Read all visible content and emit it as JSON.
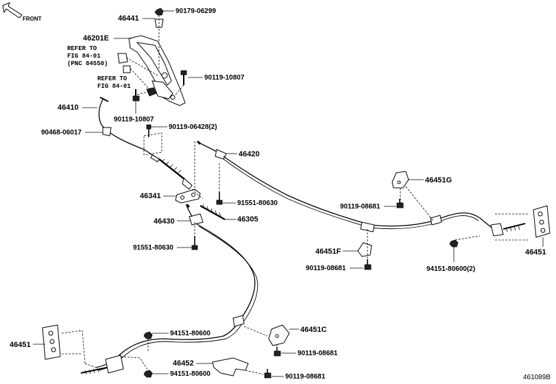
{
  "front_label": "FRONT",
  "diagram_id": "461089B",
  "labels": {
    "p46441": "46441",
    "p90179_06299": "90179-06299",
    "p46201E": "46201E",
    "p90119_10807a": "90119-10807",
    "p90119_10807b": "90119-10807",
    "p46410": "46410",
    "p90468_06017": "90468-06017",
    "p90119_06428": "90119-06428(2)",
    "p46420": "46420",
    "p46341": "46341",
    "p91551_80630a": "91551-80630",
    "p46430": "46430",
    "p46305": "46305",
    "p91551_80630b": "91551-80630",
    "p46451G": "46451G",
    "p90119_08681a": "90119-08681",
    "p46451F": "46451F",
    "p90119_08681b": "90119-08681",
    "p94151_80600_2": "94151-80600(2)",
    "p46451_right": "46451",
    "p46451_left": "46451",
    "p94151_80600a": "94151-80600",
    "p46451C": "46451C",
    "p90119_08681c": "90119-08681",
    "p46452": "46452",
    "p94151_80600b": "94151-80600",
    "p90119_08681d": "90119-08681"
  },
  "refer_notes": {
    "note1_line1": "REFER TO",
    "note1_line2": "FIG 84-01",
    "note1_line3": "(PNC 84550)",
    "note2_line1": "REFER TO",
    "note2_line2": "FIG 84-01"
  }
}
